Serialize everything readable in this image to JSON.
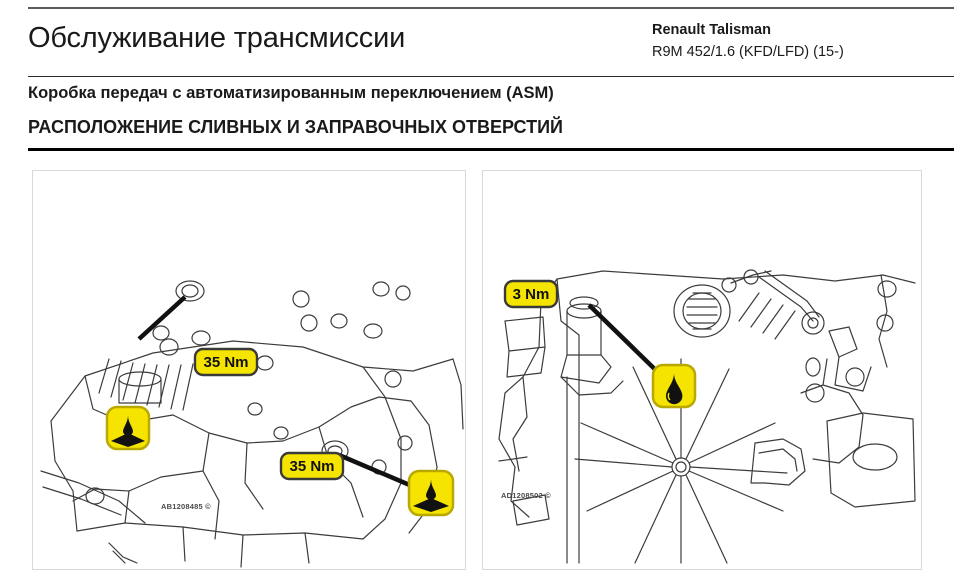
{
  "header": {
    "title": "Обслуживание трансмиссии",
    "model_name": "Renault Talisman",
    "model_code": "R9M 452/1.6 (KFD/LFD) (15-)"
  },
  "subtitles": {
    "line1": "Коробка передач с автоматизированным переключением (ASM)",
    "line2": "РАСПОЛОЖЕНИЕ СЛИВНЫХ И ЗАПРАВОЧНЫХ ОТВЕРСТИЙ"
  },
  "colors": {
    "badge_fill": "#F5E400",
    "badge_border": "#3a3a3a",
    "icon_fill": "#F5E400",
    "icon_border": "#B8A800",
    "drawing_line": "#3c3c3c",
    "rule_dark": "#000000",
    "panel_border": "#d8d8d8"
  },
  "figures": [
    {
      "id": "left-figure",
      "ref_code": "AB1208485 ©",
      "callouts": [
        {
          "label": "35 Nm"
        },
        {
          "label": "35 Nm"
        }
      ],
      "icons": [
        {
          "name": "oil-drain-icon"
        },
        {
          "name": "oil-drain-icon"
        }
      ]
    },
    {
      "id": "right-figure",
      "ref_code": "AD1208502 ©",
      "callouts": [
        {
          "label": "3 Nm"
        }
      ],
      "icons": [
        {
          "name": "oil-fill-icon"
        }
      ]
    }
  ]
}
